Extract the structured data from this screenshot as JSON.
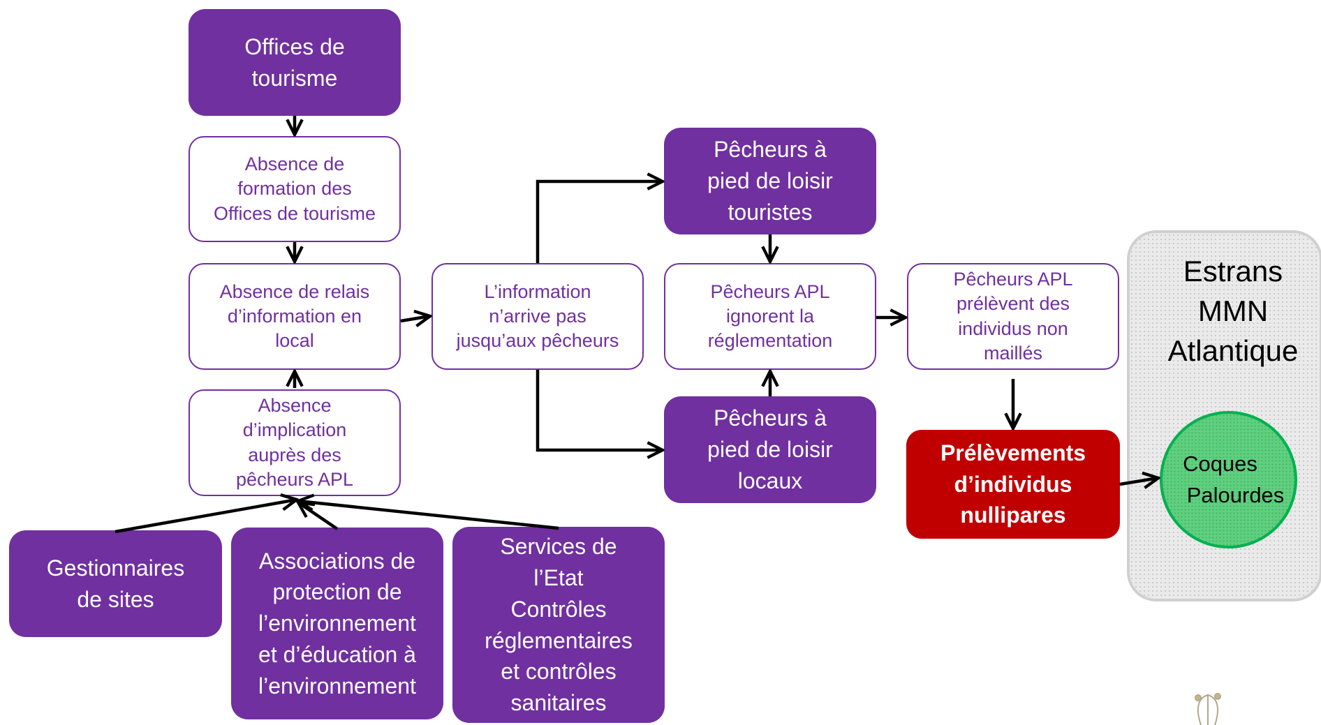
{
  "nodes": {
    "offices": "Offices de\ntourisme",
    "absence_formation": "Absence de\nformation des\nOffices de tourisme",
    "absence_relais": "Absence de relais\nd’information en\nlocal",
    "absence_implication": "Absence\nd’implication\nauprès des\npêcheurs APL",
    "gestionnaires": "Gestionnaires\nde sites",
    "associations": "Associations de\nprotection de\nl’environnement\net d’éducation à\nl’environnement",
    "services_etat": "Services de\nl’Etat\nContrôles\nréglementaires\net contrôles\nsanitaires",
    "information": "L’information\nn’arrive pas\njusqu’aux pêcheurs",
    "touristes": "Pêcheurs à\npied de loisir\ntouristes",
    "ignorent": "Pêcheurs APL\nignorent la\nréglementation",
    "locaux": "Pêcheurs à\npied de loisir\nlocaux",
    "prelevent": "Pêcheurs APL\nprélèvent des\nindividus non\nmaillés",
    "prelevements": "Prélèvements\nd’individus\nnullipares"
  },
  "estrans_label": "Estrans\nMMN\nAtlantique",
  "species": [
    "Coques",
    "Palourdes"
  ],
  "colors": {
    "purple": "#7030a0",
    "red": "#c00000",
    "green": "#00b050",
    "grey_panel": "#eaeaea",
    "arrow": "#000000"
  }
}
